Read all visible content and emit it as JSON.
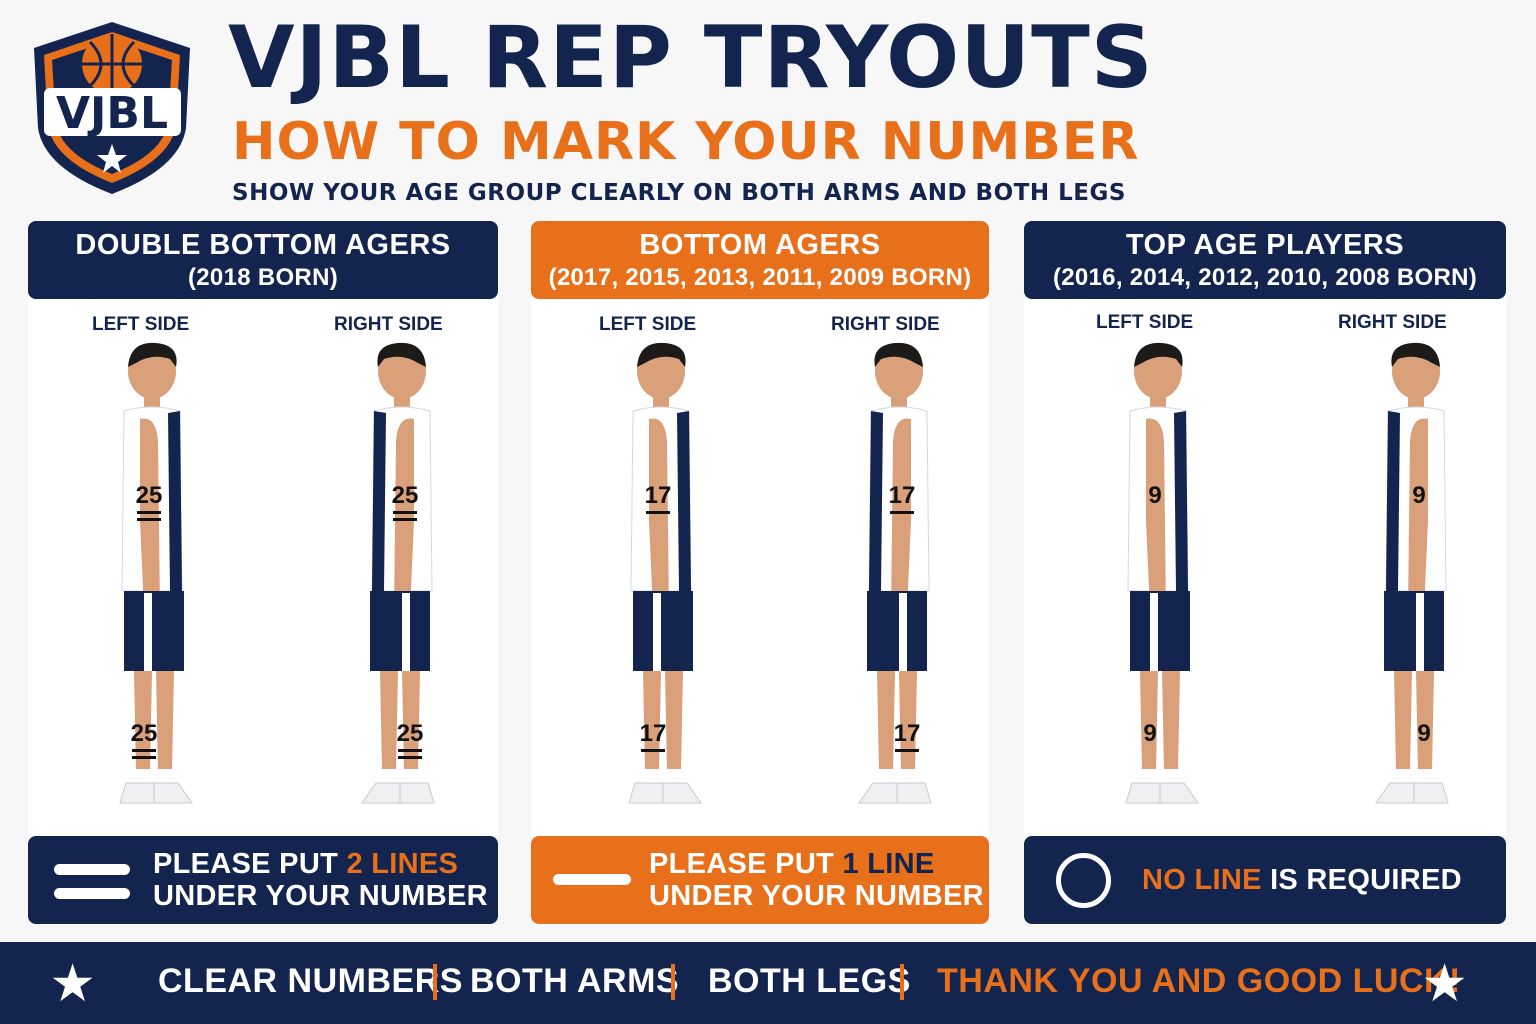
{
  "header": {
    "logo_text": "VJBL",
    "title": "VJBL REP TRYOUTS",
    "subtitle": "HOW TO MARK YOUR NUMBER",
    "instruction": "SHOW YOUR AGE GROUP CLEARLY ON BOTH ARMS AND BOTH LEGS"
  },
  "panels": [
    {
      "heading": "DOUBLE BOTTOM AGERS",
      "years": "(2018 BORN)",
      "left_label": "LEFT SIDE",
      "right_label": "RIGHT SIDE",
      "number": "25",
      "lines": 2,
      "foot_pre": "PLEASE PUT ",
      "foot_acc": "2 LINES",
      "foot_line2": "UNDER YOUR NUMBER"
    },
    {
      "heading": "BOTTOM AGERS",
      "years": "(2017, 2015, 2013, 2011, 2009 BORN)",
      "left_label": "LEFT SIDE",
      "right_label": "RIGHT SIDE",
      "number": "17",
      "lines": 1,
      "foot_pre": "PLEASE PUT ",
      "foot_acc": "1 LINE",
      "foot_line2": "UNDER YOUR NUMBER"
    },
    {
      "heading": "TOP AGE PLAYERS",
      "years": "(2016, 2014, 2012, 2010, 2008 BORN)",
      "left_label": "LEFT SIDE",
      "right_label": "RIGHT SIDE",
      "number": "9",
      "lines": 0,
      "foot_acc": "NO LINE",
      "foot_post": " IS REQUIRED"
    }
  ],
  "footer": {
    "item1": "CLEAR NUMBERS",
    "item2": "BOTH ARMS",
    "item3": "BOTH LEGS",
    "item4": "THANK YOU AND GOOD LUCK!"
  },
  "colors": {
    "navy": "#13244f",
    "orange": "#e8701a"
  }
}
